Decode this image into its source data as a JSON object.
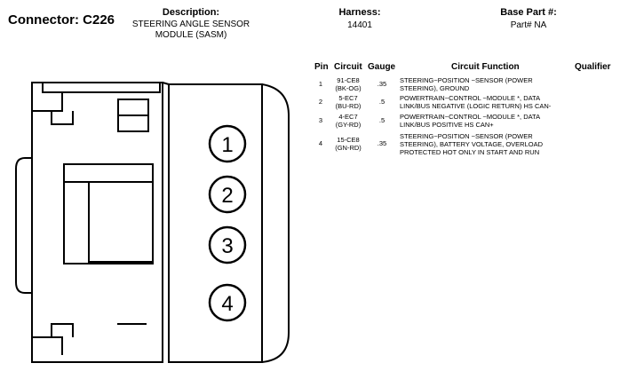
{
  "connector": {
    "label": "Connector: C226"
  },
  "header": {
    "description_label": "Description:",
    "description_lines": [
      "STEERING ANGLE SENSOR",
      "MODULE (SASM)"
    ],
    "harness_label": "Harness:",
    "harness_value": "14401",
    "base_part_label": "Base Part #:",
    "base_part_value": "Part# NA"
  },
  "table": {
    "headers": {
      "pin": "Pin",
      "circuit": "Circuit",
      "gauge": "Gauge",
      "function": "Circuit Function",
      "qualifier": "Qualifier"
    },
    "rows": [
      {
        "pin": "1",
        "circuit": "91-CE8",
        "color": "(BK-OG)",
        "gauge": ".35",
        "func1": "STEERING~POSITION ~SENSOR (POWER",
        "func2": "STEERING), GROUND",
        "func3": ""
      },
      {
        "pin": "2",
        "circuit": "5-EC7",
        "color": "(BU-RD)",
        "gauge": ".5",
        "func1": "POWERTRAIN~CONTROL ~MODULE *, DATA",
        "func2": "LINK/BUS NEGATIVE (LOGIC RETURN) HS CAN-",
        "func3": ""
      },
      {
        "pin": "3",
        "circuit": "4-EC7",
        "color": "(GY-RD)",
        "gauge": ".5",
        "func1": "POWERTRAIN~CONTROL ~MODULE *, DATA",
        "func2": "LINK/BUS POSITIVE HS CAN+",
        "func3": ""
      },
      {
        "pin": "4",
        "circuit": "15-CE8",
        "color": "(GN-RD)",
        "gauge": ".35",
        "func1": "STEERING~POSITION ~SENSOR (POWER",
        "func2": "STEERING), BATTERY VOLTAGE, OVERLOAD",
        "func3": "PROTECTED HOT ONLY IN START AND RUN"
      }
    ]
  },
  "diagram": {
    "pin_numbers": [
      "1",
      "2",
      "3",
      "4"
    ]
  }
}
